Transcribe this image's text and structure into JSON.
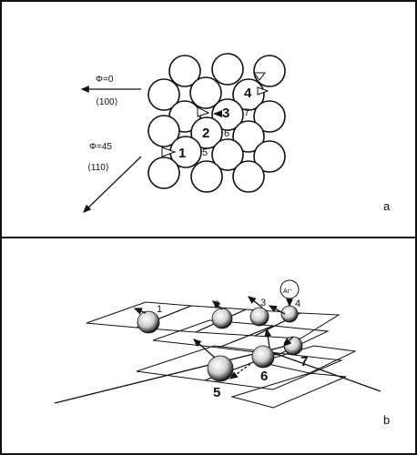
{
  "panel_a": {
    "label": "a",
    "phi0": "Φ=0",
    "dir100": "⟨100⟩",
    "phi45": "Φ=45",
    "dir110": "⟨110⟩",
    "site_labels": [
      "1",
      "2",
      "3",
      "4",
      "5",
      "6",
      "7"
    ]
  },
  "panel_b": {
    "label": "b",
    "site_labels": [
      "1",
      "2",
      "3",
      "4",
      "5",
      "6",
      "7"
    ],
    "ion": "Ar⁺"
  }
}
